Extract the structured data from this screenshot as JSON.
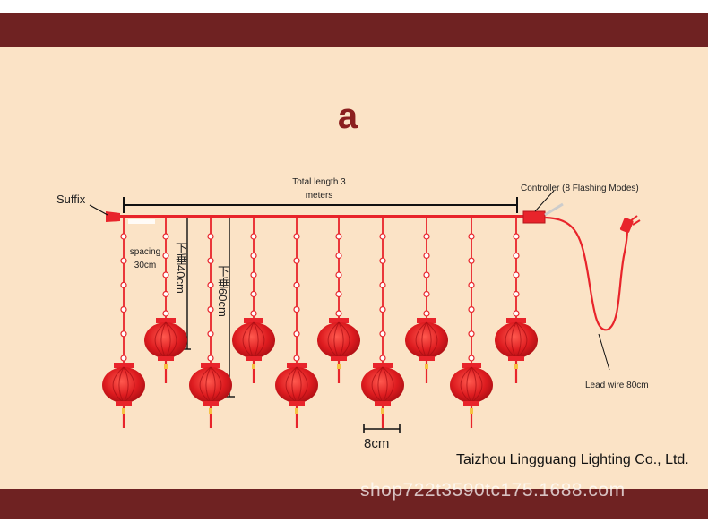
{
  "title": "a",
  "total_length_label": "Total length 3 meters",
  "suffix_label": "Suffix",
  "controller_label": "Controller (8 Flashing Modes)",
  "spacing_label": "spacing 30cm",
  "drop_40_label": "下垂40cm",
  "drop_60_label": "下垂60cm",
  "gap_label": "8cm",
  "lead_wire_label": "Lead wire 80cm",
  "company_label": "Taizhou Lingguang Lighting Co., Ltd.",
  "watermark": "shop722t3590tc175.1688.com",
  "colors": {
    "band": "#6f2222",
    "panel": "#fbe3c6",
    "wire": "#e8242b",
    "lantern": "#d8181e"
  },
  "strands": [
    {
      "length": "long"
    },
    {
      "length": "short"
    },
    {
      "length": "long"
    },
    {
      "length": "short"
    },
    {
      "length": "long"
    },
    {
      "length": "short"
    },
    {
      "length": "long"
    },
    {
      "length": "short"
    },
    {
      "length": "long"
    },
    {
      "length": "short"
    }
  ]
}
